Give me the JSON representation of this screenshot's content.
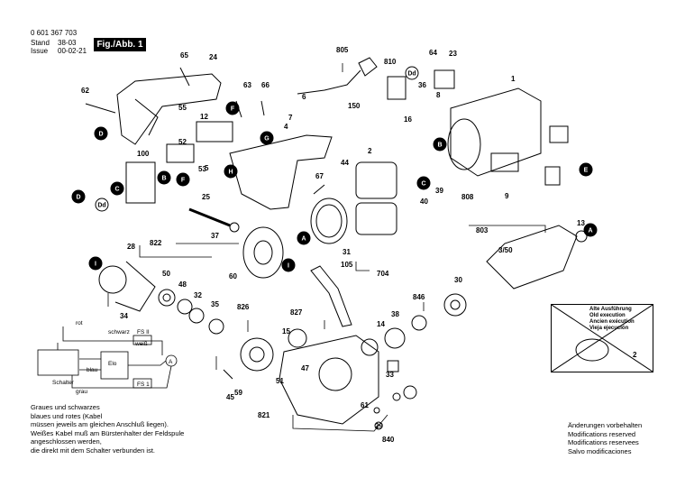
{
  "header": {
    "doc_number": "0 601 367 703",
    "stand_label": "Stand",
    "stand_value": "38-03",
    "issue_label": "Issue",
    "issue_value": "00-02-21",
    "fig_label": "Fig./Abb. 1"
  },
  "part_numbers": [
    "1",
    "2",
    "3/50",
    "4",
    "5",
    "6",
    "7",
    "8",
    "9",
    "12",
    "13",
    "14",
    "15",
    "16",
    "23",
    "24",
    "25",
    "28",
    "29",
    "30",
    "31",
    "32",
    "33",
    "34",
    "35",
    "36",
    "37",
    "38",
    "39",
    "40",
    "44",
    "45",
    "47",
    "48",
    "50",
    "51",
    "52",
    "53",
    "55",
    "59",
    "60",
    "61",
    "62",
    "63",
    "64",
    "65",
    "66",
    "67",
    "100",
    "105",
    "150",
    "704",
    "803",
    "805",
    "808",
    "810",
    "821",
    "822",
    "826",
    "827",
    "840",
    "846"
  ],
  "badges": [
    "A",
    "B",
    "C",
    "D",
    "Dd",
    "E",
    "F",
    "G",
    "H",
    "I"
  ],
  "wiring": {
    "rot": "rot",
    "schwarz": "schwarz",
    "weiss": "weiß",
    "blau": "blau",
    "grau": "grau",
    "elo": "Elo",
    "fs2": "FS II",
    "fs1": "FS 1",
    "schalter": "Schalter",
    "meter": "A"
  },
  "note_de": {
    "line1": "Graues und schwarzes",
    "line2": "blaues und rotes (Kabel",
    "line3": "müssen jeweils am gleichen Anschluß liegen).",
    "line4": "Weißes Kabel muß am Bürstenhalter der Feldspule",
    "line5": "angeschlossen werden,",
    "line6": "die direkt mit dem Schalter verbunden ist."
  },
  "stamp": {
    "l1": "Alte Ausführung",
    "l2": "Old execution",
    "l3": "Ancien exécution",
    "l4": "Vieja ejecución",
    "num": "2"
  },
  "footer": {
    "l1": "Änderungen vorbehalten",
    "l2": "Modifications reserved",
    "l3": "Modifications reservees",
    "l4": "Salvo modificaciones"
  }
}
